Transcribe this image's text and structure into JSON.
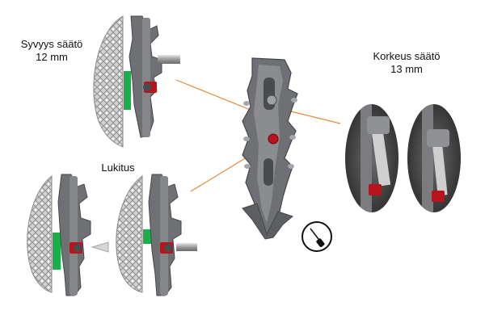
{
  "labels": {
    "depth_title": "Syvyys säätö",
    "depth_value": "12 mm",
    "lock_title": "Lukitus",
    "height_title": "Korkeus säätö",
    "height_value": "13 mm"
  },
  "icons": {
    "tool": "screwdriver-icon"
  },
  "colors": {
    "leader_line": "#e8893a",
    "metal": "#6f7073",
    "metal_dark": "#4a4b4e",
    "metal_light": "#9a9b9e",
    "screw_red": "#b8141e",
    "lock_green": "#19b04a",
    "mesh": "#c8c8c8"
  }
}
